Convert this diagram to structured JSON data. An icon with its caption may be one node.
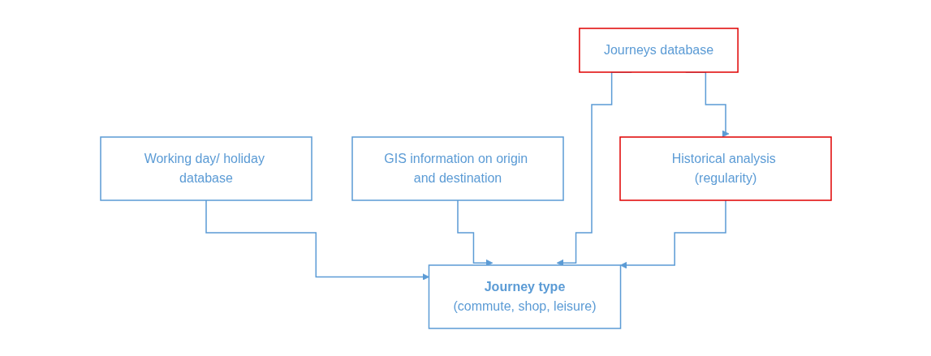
{
  "diagram": {
    "nodes": [
      {
        "text": [
          "Working day/ holiday database"
        ]
      },
      {
        "text": [
          "GIS information on origin and destination"
        ]
      },
      {
        "text": [
          "Journeys database"
        ]
      },
      {
        "text": [
          "Historical analysis (regularity)"
        ]
      },
      {
        "text": [
          "Journey type",
          "(commute, shop, leisure)"
        ]
      }
    ],
    "edges": [
      {
        "from": 2,
        "to": 3,
        "arrow": "to"
      },
      {
        "from": 0,
        "to": 4,
        "arrow": "to"
      },
      {
        "from": 1,
        "to": 4,
        "arrow": "to"
      },
      {
        "from": 2,
        "to": 4,
        "arrow": "to"
      },
      {
        "from": 3,
        "to": 4,
        "arrow": "to"
      }
    ]
  }
}
